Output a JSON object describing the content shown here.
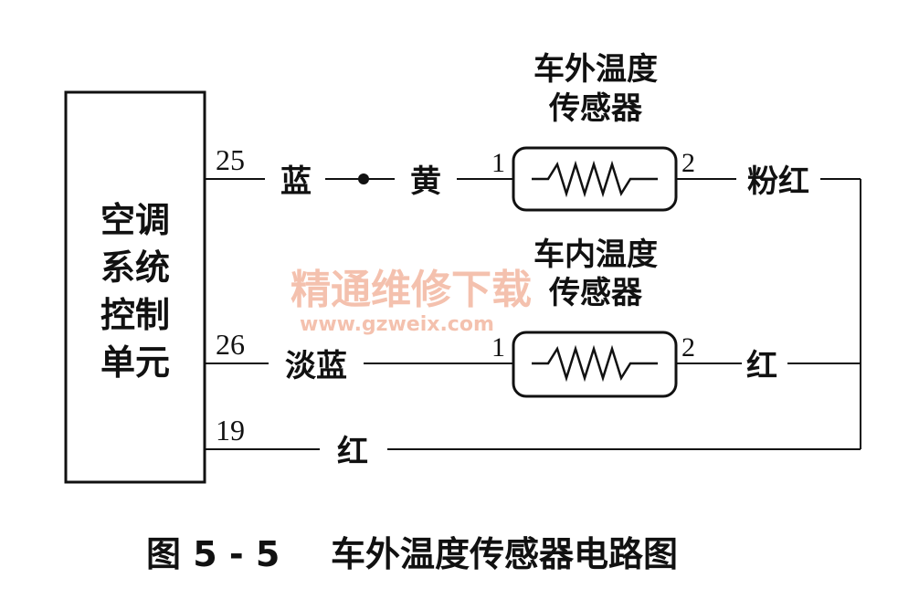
{
  "ecu": {
    "lines": [
      "空调",
      "系统",
      "控制",
      "单元"
    ]
  },
  "pins": {
    "p25": "25",
    "p26": "26",
    "p19": "19"
  },
  "wires": {
    "w25_left": "蓝",
    "w25_right": "黄",
    "w26": "淡蓝",
    "w19": "红",
    "outside_out": "粉红",
    "inside_out": "红"
  },
  "sensors": {
    "outside": {
      "title_l1": "车外温度",
      "title_l2": "传感器",
      "pin1": "1",
      "pin2": "2"
    },
    "inside": {
      "title_l1": "车内温度",
      "title_l2": "传感器",
      "pin1": "1",
      "pin2": "2"
    }
  },
  "caption": {
    "label": "图 5 - 5",
    "title": "车外温度传感器电路图"
  },
  "watermark": {
    "text": "精通维修下载",
    "url": "www.gzweix.com"
  },
  "colors": {
    "ink": "#111111",
    "watermark": "#f3b7a0"
  }
}
